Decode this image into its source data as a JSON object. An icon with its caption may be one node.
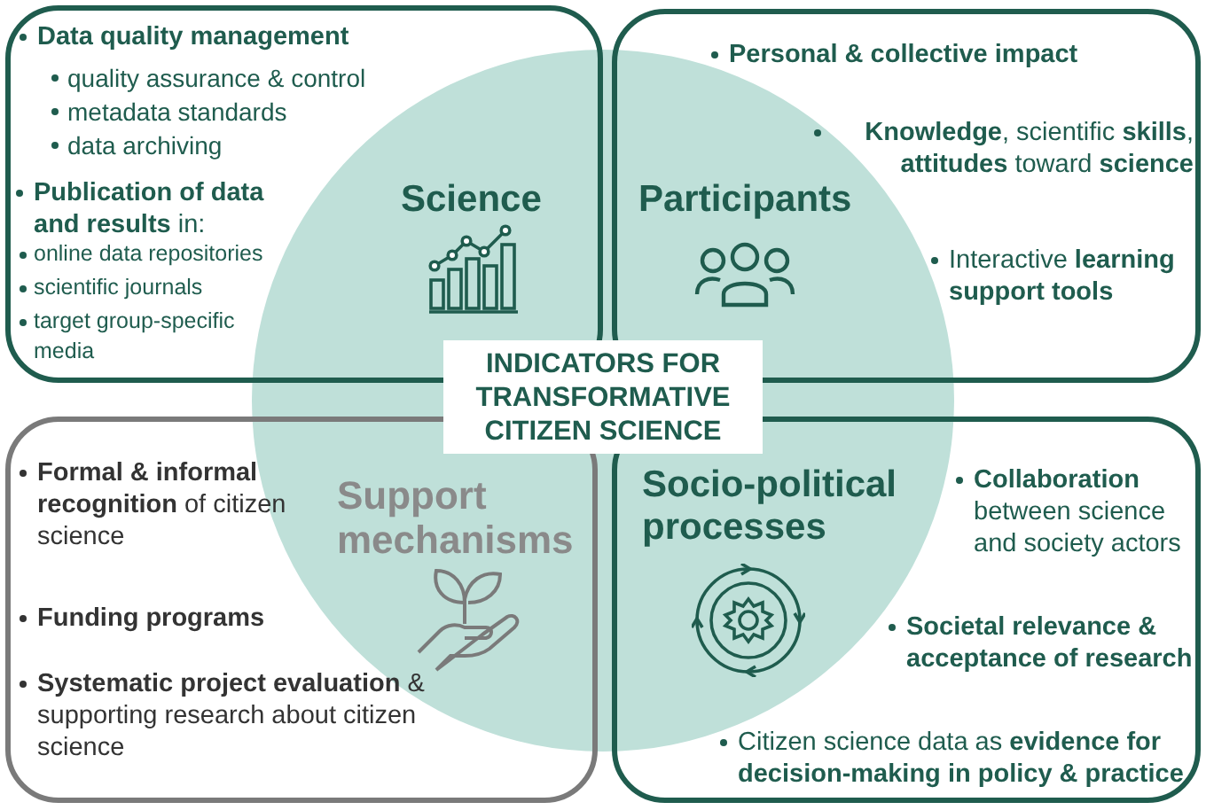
{
  "diagram": {
    "title": "INDICATORS FOR TRANSFORMATIVE CITIZEN SCIENCE",
    "nodes": [
      {
        "text": [
          "Data quality management",
          "quality assurance & control",
          "metadata standards",
          "data archiving",
          "Science",
          "**Publication of data and results** in:",
          "online data repositories",
          "scientific journals",
          "target group-specific media"
        ]
      },
      {
        "text": [
          "Personal & collective impact",
          "**Knowledge**, scientific **skills**, **attitudes** toward **science**",
          "Participants",
          "Interactive **learning support tools**"
        ]
      },
      {
        "text": [
          "**Formal & informal recognition** of citizen science",
          "Support mechanisms",
          "Funding programs",
          "**Systematic project evaluation** & supporting research about citizen science"
        ]
      },
      {
        "text": [
          "Socio-political processes",
          "**Collaboration** between science and society actors",
          "Societal relevance & acceptance of research",
          "Citizen science data as **evidence for decision-making in policy & practice**"
        ]
      }
    ]
  }
}
